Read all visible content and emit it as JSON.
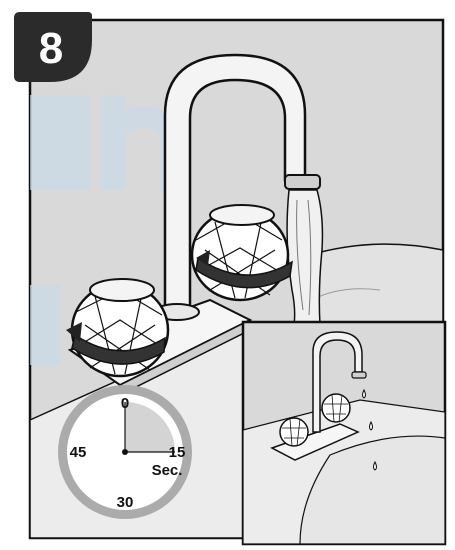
{
  "step": {
    "number": "8"
  },
  "timer": {
    "marks": {
      "top": "0",
      "right": "15",
      "bottom": "30",
      "left": "45"
    },
    "unit": "Sec.",
    "elapsed_seconds": 15
  },
  "colors": {
    "badge": "#2b2b2b",
    "panel_bg": "#d8d8d8",
    "outline": "#111111",
    "timer_ring": "#a9a9a9",
    "timer_fill": "#d4d4d4",
    "watermark": "#c6d6e6"
  },
  "icons": {
    "badge": "step-number-badge",
    "faucet": "gooseneck-faucet",
    "handles": "globe-handles-with-rotation-arrows",
    "water": "running-water-stream",
    "inset": "faucet-off-dripping",
    "timer": "stopwatch-dial"
  }
}
